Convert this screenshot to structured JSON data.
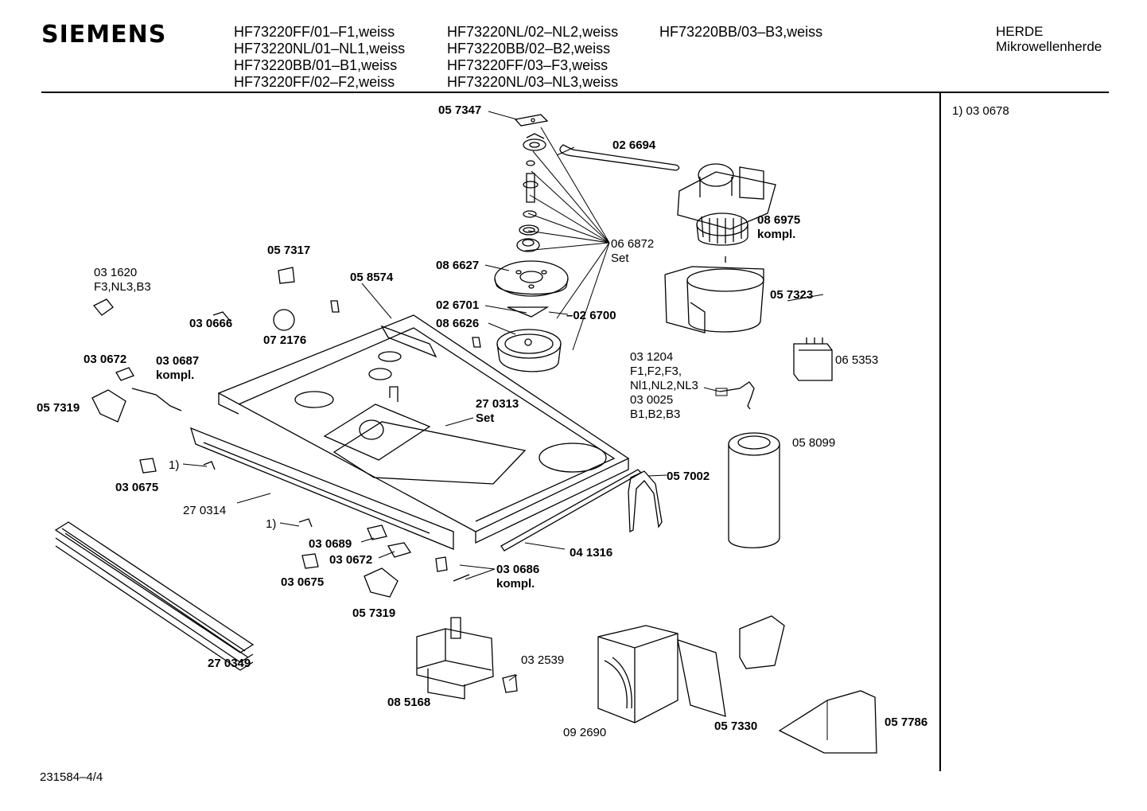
{
  "header": {
    "brand": "SIEMENS",
    "models_col1": [
      "HF73220FF/01–F1,weiss",
      "HF73220NL/01–NL1,weiss",
      "HF73220BB/01–B1,weiss",
      "HF73220FF/02–F2,weiss"
    ],
    "models_col2": [
      "HF73220NL/02–NL2,weiss",
      "HF73220BB/02–B2,weiss",
      "HF73220FF/03–F3,weiss",
      "HF73220NL/03–NL3,weiss"
    ],
    "models_col3": [
      "HF73220BB/03–B3,weiss"
    ],
    "category": "HERDE",
    "subcategory": "Mikrowellenherde"
  },
  "sidebar": {
    "note": "1)  03 0678"
  },
  "footer": {
    "drawing_number": "231584–4/4"
  },
  "parts": [
    {
      "id": "p057347",
      "lines": [
        "05 7347"
      ],
      "bold": true
    },
    {
      "id": "p026694",
      "lines": [
        "02 6694"
      ],
      "bold": true
    },
    {
      "id": "p086975",
      "lines": [
        "08 6975",
        "kompl."
      ],
      "bold": true
    },
    {
      "id": "p066872",
      "lines": [
        "06 6872",
        "Set"
      ],
      "bold": false
    },
    {
      "id": "p057317",
      "lines": [
        "05 7317"
      ],
      "bold": true
    },
    {
      "id": "p058574",
      "lines": [
        "05 8574"
      ],
      "bold": true
    },
    {
      "id": "p086627",
      "lines": [
        "08 6627"
      ],
      "bold": true
    },
    {
      "id": "p031620",
      "lines": [
        "03 1620",
        "F3,NL3,B3"
      ],
      "bold": false
    },
    {
      "id": "p057323",
      "lines": [
        "05 7323"
      ],
      "bold": true
    },
    {
      "id": "p026701",
      "lines": [
        "02 6701"
      ],
      "bold": true
    },
    {
      "id": "p026700",
      "lines": [
        "–02 6700"
      ],
      "bold": true
    },
    {
      "id": "p086626",
      "lines": [
        "08 6626"
      ],
      "bold": true
    },
    {
      "id": "p030666",
      "lines": [
        "03 0666"
      ],
      "bold": true
    },
    {
      "id": "p072176",
      "lines": [
        "07 2176"
      ],
      "bold": true
    },
    {
      "id": "p031204",
      "lines": [
        "03 1204",
        "F1,F2,F3,",
        "Nl1,NL2,NL3",
        "03 0025",
        "B1,B2,B3"
      ],
      "bold": false
    },
    {
      "id": "p065353",
      "lines": [
        "06 5353"
      ],
      "bold": false
    },
    {
      "id": "p030672a",
      "lines": [
        "03 0672"
      ],
      "bold": true
    },
    {
      "id": "p030687",
      "lines": [
        "03 0687",
        "kompl."
      ],
      "bold": true
    },
    {
      "id": "p057319a",
      "lines": [
        "05 7319"
      ],
      "bold": true
    },
    {
      "id": "p270313",
      "lines": [
        "27 0313",
        "Set"
      ],
      "bold": true
    },
    {
      "id": "p058099",
      "lines": [
        "05 8099"
      ],
      "bold": false
    },
    {
      "id": "p1a",
      "lines": [
        "1)"
      ],
      "bold": false
    },
    {
      "id": "p030675a",
      "lines": [
        "03 0675"
      ],
      "bold": true
    },
    {
      "id": "p057002",
      "lines": [
        "05 7002"
      ],
      "bold": true
    },
    {
      "id": "p270314",
      "lines": [
        "27 0314"
      ],
      "bold": false
    },
    {
      "id": "p1b",
      "lines": [
        "1)"
      ],
      "bold": false
    },
    {
      "id": "p030689",
      "lines": [
        "03 0689"
      ],
      "bold": true
    },
    {
      "id": "p041316",
      "lines": [
        "04 1316"
      ],
      "bold": true
    },
    {
      "id": "p030672b",
      "lines": [
        "03 0672"
      ],
      "bold": true
    },
    {
      "id": "p030686",
      "lines": [
        "03 0686",
        "kompl."
      ],
      "bold": true
    },
    {
      "id": "p030675b",
      "lines": [
        "03 0675"
      ],
      "bold": true
    },
    {
      "id": "p057319b",
      "lines": [
        "05 7319"
      ],
      "bold": true
    },
    {
      "id": "p032539",
      "lines": [
        "03 2539"
      ],
      "bold": false
    },
    {
      "id": "p270349",
      "lines": [
        "27 0349"
      ],
      "bold": true
    },
    {
      "id": "p085168",
      "lines": [
        "08 5168"
      ],
      "bold": true
    },
    {
      "id": "p092690",
      "lines": [
        "09 2690"
      ],
      "bold": false
    },
    {
      "id": "p057330",
      "lines": [
        "05 7330"
      ],
      "bold": true
    },
    {
      "id": "p057786",
      "lines": [
        "05 7786"
      ],
      "bold": true
    }
  ]
}
